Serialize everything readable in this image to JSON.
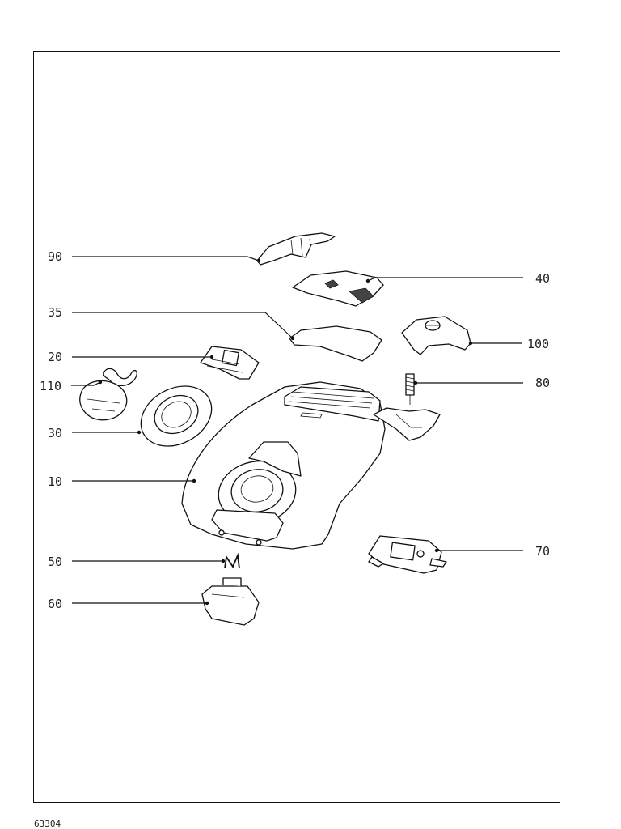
{
  "drawing": {
    "ref_code": "63304",
    "parts": [
      {
        "id": "p90",
        "label": "90"
      },
      {
        "id": "p40",
        "label": "40"
      },
      {
        "id": "p35",
        "label": "35"
      },
      {
        "id": "p100",
        "label": "100"
      },
      {
        "id": "p20",
        "label": "20"
      },
      {
        "id": "p110",
        "label": "110"
      },
      {
        "id": "p80",
        "label": "80"
      },
      {
        "id": "p30",
        "label": "30"
      },
      {
        "id": "p10",
        "label": "10"
      },
      {
        "id": "p70",
        "label": "70"
      },
      {
        "id": "p50",
        "label": "50"
      },
      {
        "id": "p60",
        "label": "60"
      }
    ]
  }
}
